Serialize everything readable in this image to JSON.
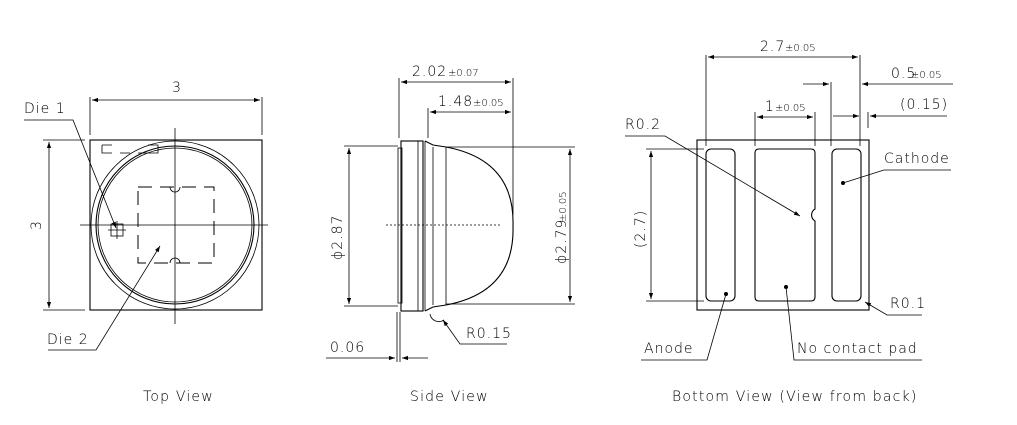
{
  "views": {
    "top": {
      "caption": "Top View",
      "width_dim": "3",
      "height_dim": "3",
      "labels": {
        "die1": "Die 1",
        "die2": "Die 2"
      }
    },
    "side": {
      "caption": "Side View",
      "total_length": {
        "value": "2.02",
        "tol": "±0.07"
      },
      "dome_length": {
        "value": "1.48",
        "tol": "±0.05"
      },
      "body_diameter": "ϕ2.87",
      "dome_diameter": {
        "value": "ϕ2.79",
        "tol": "±0.05"
      },
      "gap": "0.06",
      "radius": "R0.15"
    },
    "bottom": {
      "caption": "Bottom View (View from back)",
      "pad_span": {
        "value": "2.7",
        "tol": "±0.05"
      },
      "cathode_width": {
        "value": "0.5",
        "tol": "±0.05"
      },
      "edge_gap": "(0.15)",
      "center_pad_width": {
        "value": "1",
        "tol": "±0.05"
      },
      "pad_height": "(2.7)",
      "notch_radius": "R0.2",
      "corner_radius": "R0.1",
      "labels": {
        "cathode": "Cathode",
        "anode": "Anode",
        "no_contact": "No contact pad"
      }
    }
  }
}
